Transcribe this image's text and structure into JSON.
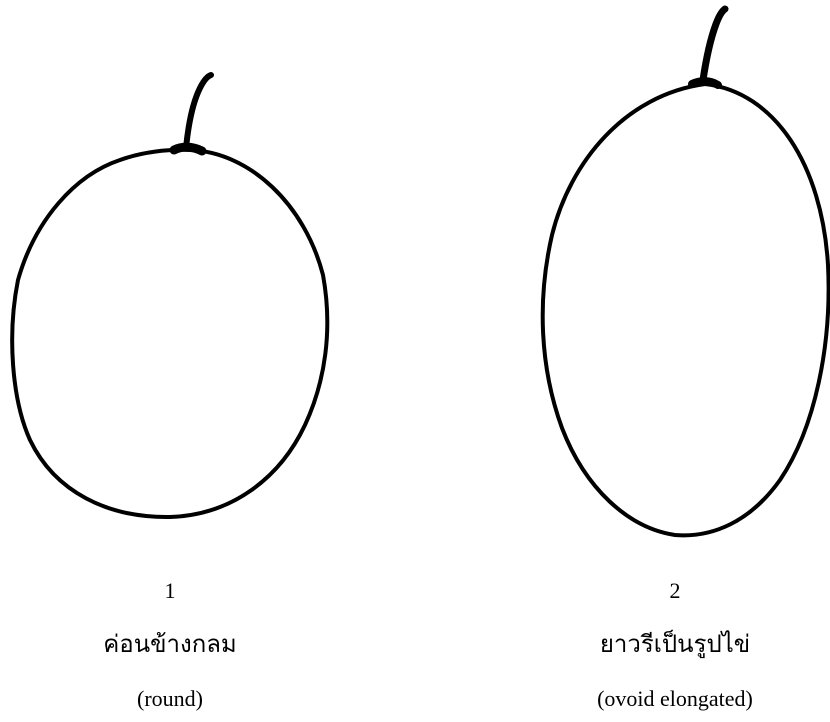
{
  "shapes": [
    {
      "number": "1",
      "name_thai": "ค่อนข้างกลม",
      "name_english": "(round)",
      "icon": "round-fruit-icon"
    },
    {
      "number": "2",
      "name_thai": "ยาวรีเป็นรูปไข่",
      "name_english": "(ovoid elongated)",
      "icon": "ovoid-fruit-icon"
    }
  ],
  "colors": {
    "outline": "#000000",
    "background": "#ffffff"
  }
}
